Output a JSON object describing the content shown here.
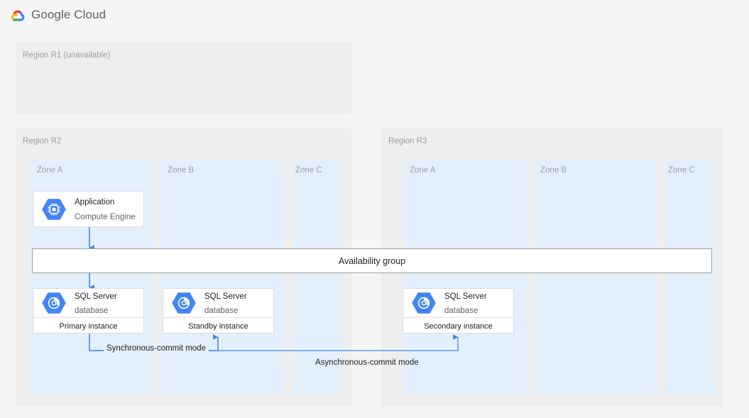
{
  "header": {
    "logo_icon": "google-cloud-logo",
    "title": "Google Cloud"
  },
  "regions": [
    {
      "id": "r1",
      "label": "Region R1 (unavailable)",
      "available": false,
      "zones": []
    },
    {
      "id": "r2",
      "label": "Region R2",
      "available": true,
      "zones": [
        {
          "id": "a",
          "label": "Zone A"
        },
        {
          "id": "b",
          "label": "Zone B"
        },
        {
          "id": "c",
          "label": "Zone C"
        }
      ]
    },
    {
      "id": "r3",
      "label": "Region R3",
      "available": true,
      "zones": [
        {
          "id": "a",
          "label": "Zone A"
        },
        {
          "id": "b",
          "label": "Zone B"
        },
        {
          "id": "c",
          "label": "Zone C"
        }
      ]
    }
  ],
  "cards": {
    "application": {
      "icon": "compute-engine-icon",
      "title": "Application",
      "subtitle": "Compute Engine"
    },
    "primary": {
      "icon": "sql-server-icon",
      "title": "SQL Server",
      "subtitle": "database",
      "footer": "Primary instance"
    },
    "standby": {
      "icon": "sql-server-icon",
      "title": "SQL Server",
      "subtitle": "database",
      "footer": "Standby instance"
    },
    "secondary": {
      "icon": "sql-server-icon",
      "title": "SQL Server",
      "subtitle": "database",
      "footer": "Secondary instance"
    }
  },
  "availability_group": {
    "label": "Availability group"
  },
  "edges": {
    "sync_label": "Synchronous-commit mode",
    "async_label": "Asynchronous-commit mode"
  },
  "colors": {
    "page_background": "#f5f5f5",
    "region_background": "#eeeeee",
    "zone_background": "#e3f0fb",
    "card_background": "#ffffff",
    "card_border": "#dadce0",
    "connector_blue": "#4285f4",
    "muted_text": "#9e9e9e",
    "body_text": "#202124",
    "google_blue": "#4285f4",
    "google_red": "#ea4335",
    "google_yellow": "#fbbc04",
    "google_green": "#34a853"
  }
}
